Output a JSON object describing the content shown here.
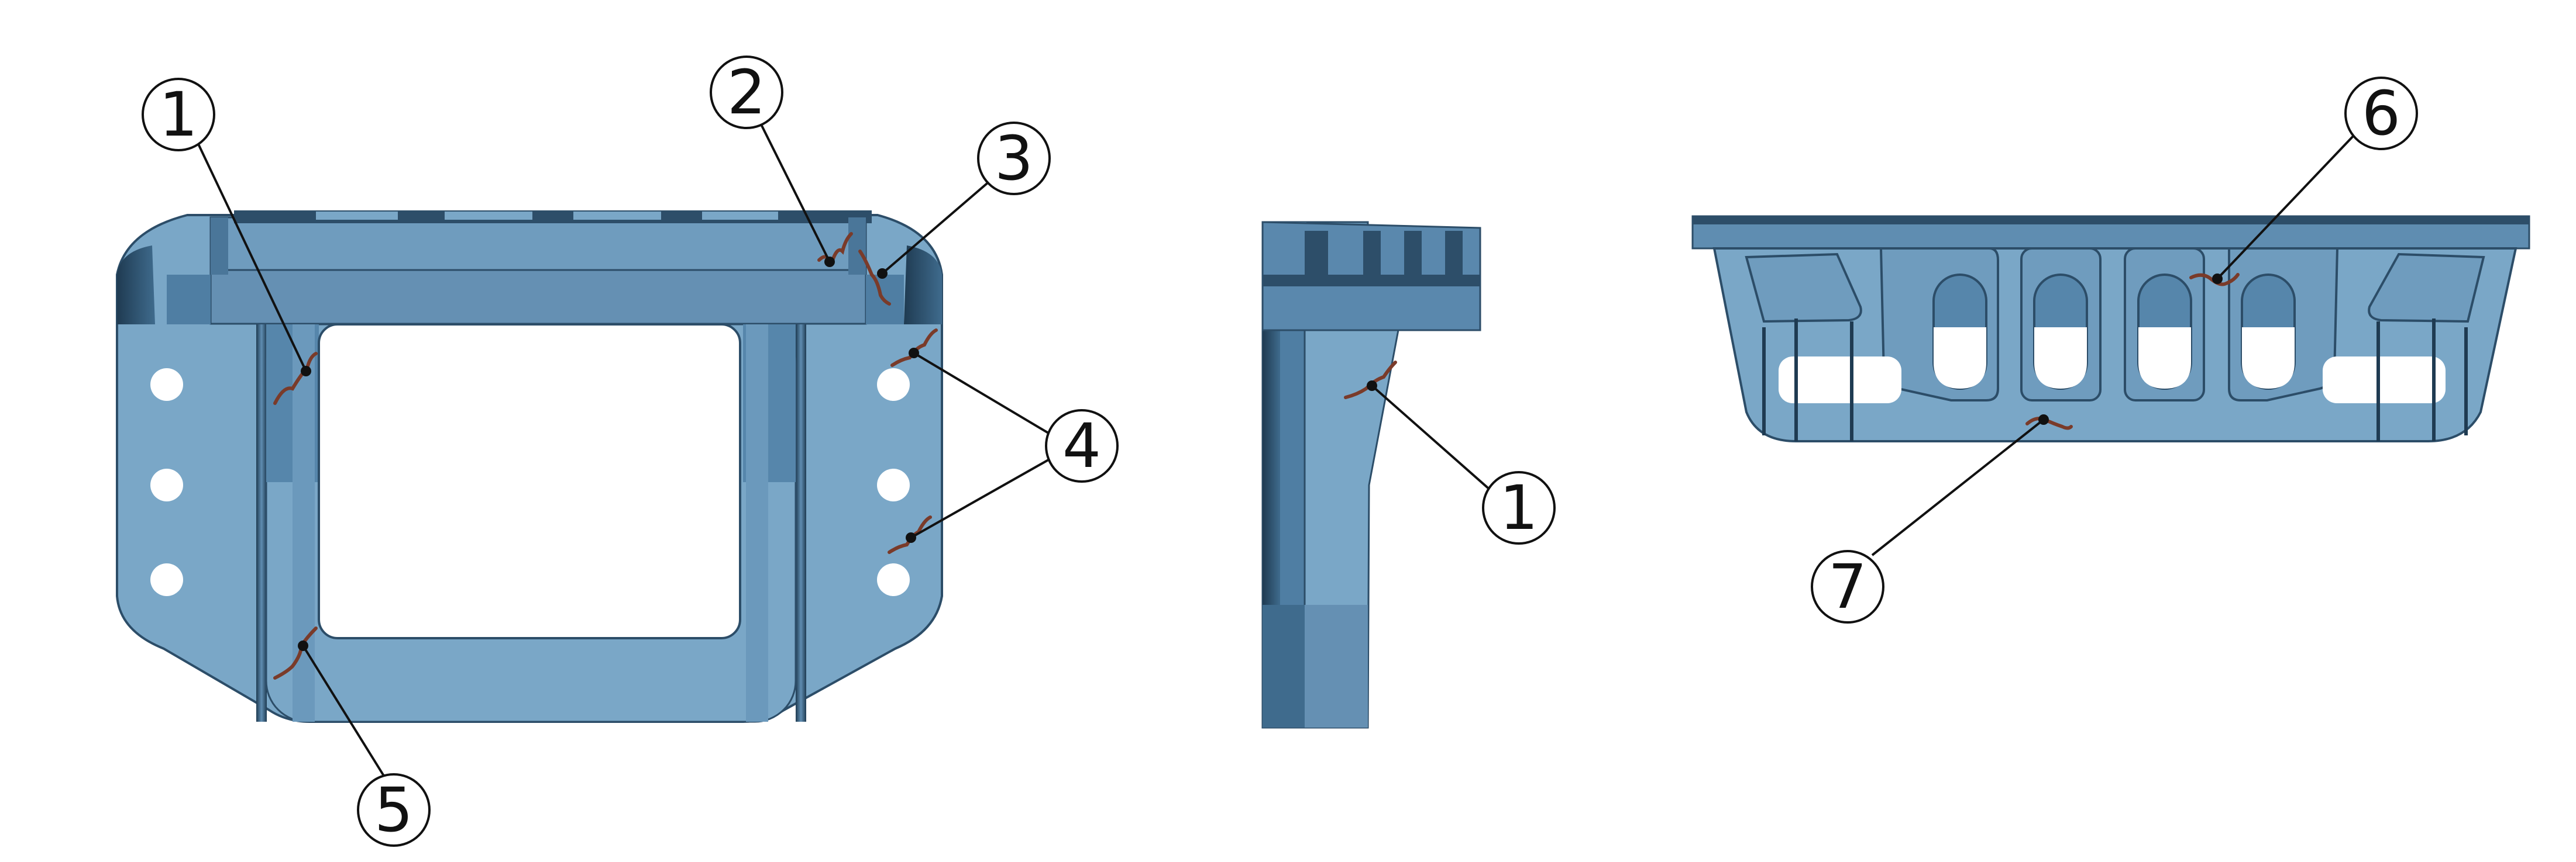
{
  "colors": {
    "steel_blue": "#7aa7c7",
    "steel_mid": "#5f8db1",
    "steel_dark": "#3f6b8d",
    "steel_deep": "#1f3b52",
    "crack": "#7a3b2a",
    "leader": "#111111"
  },
  "callouts": [
    {
      "id": "c1-front",
      "number": "1"
    },
    {
      "id": "c2",
      "number": "2"
    },
    {
      "id": "c3",
      "number": "3"
    },
    {
      "id": "c4",
      "number": "4"
    },
    {
      "id": "c5",
      "number": "5"
    },
    {
      "id": "c1-side",
      "number": "1"
    },
    {
      "id": "c6",
      "number": "6"
    },
    {
      "id": "c7",
      "number": "7"
    }
  ]
}
